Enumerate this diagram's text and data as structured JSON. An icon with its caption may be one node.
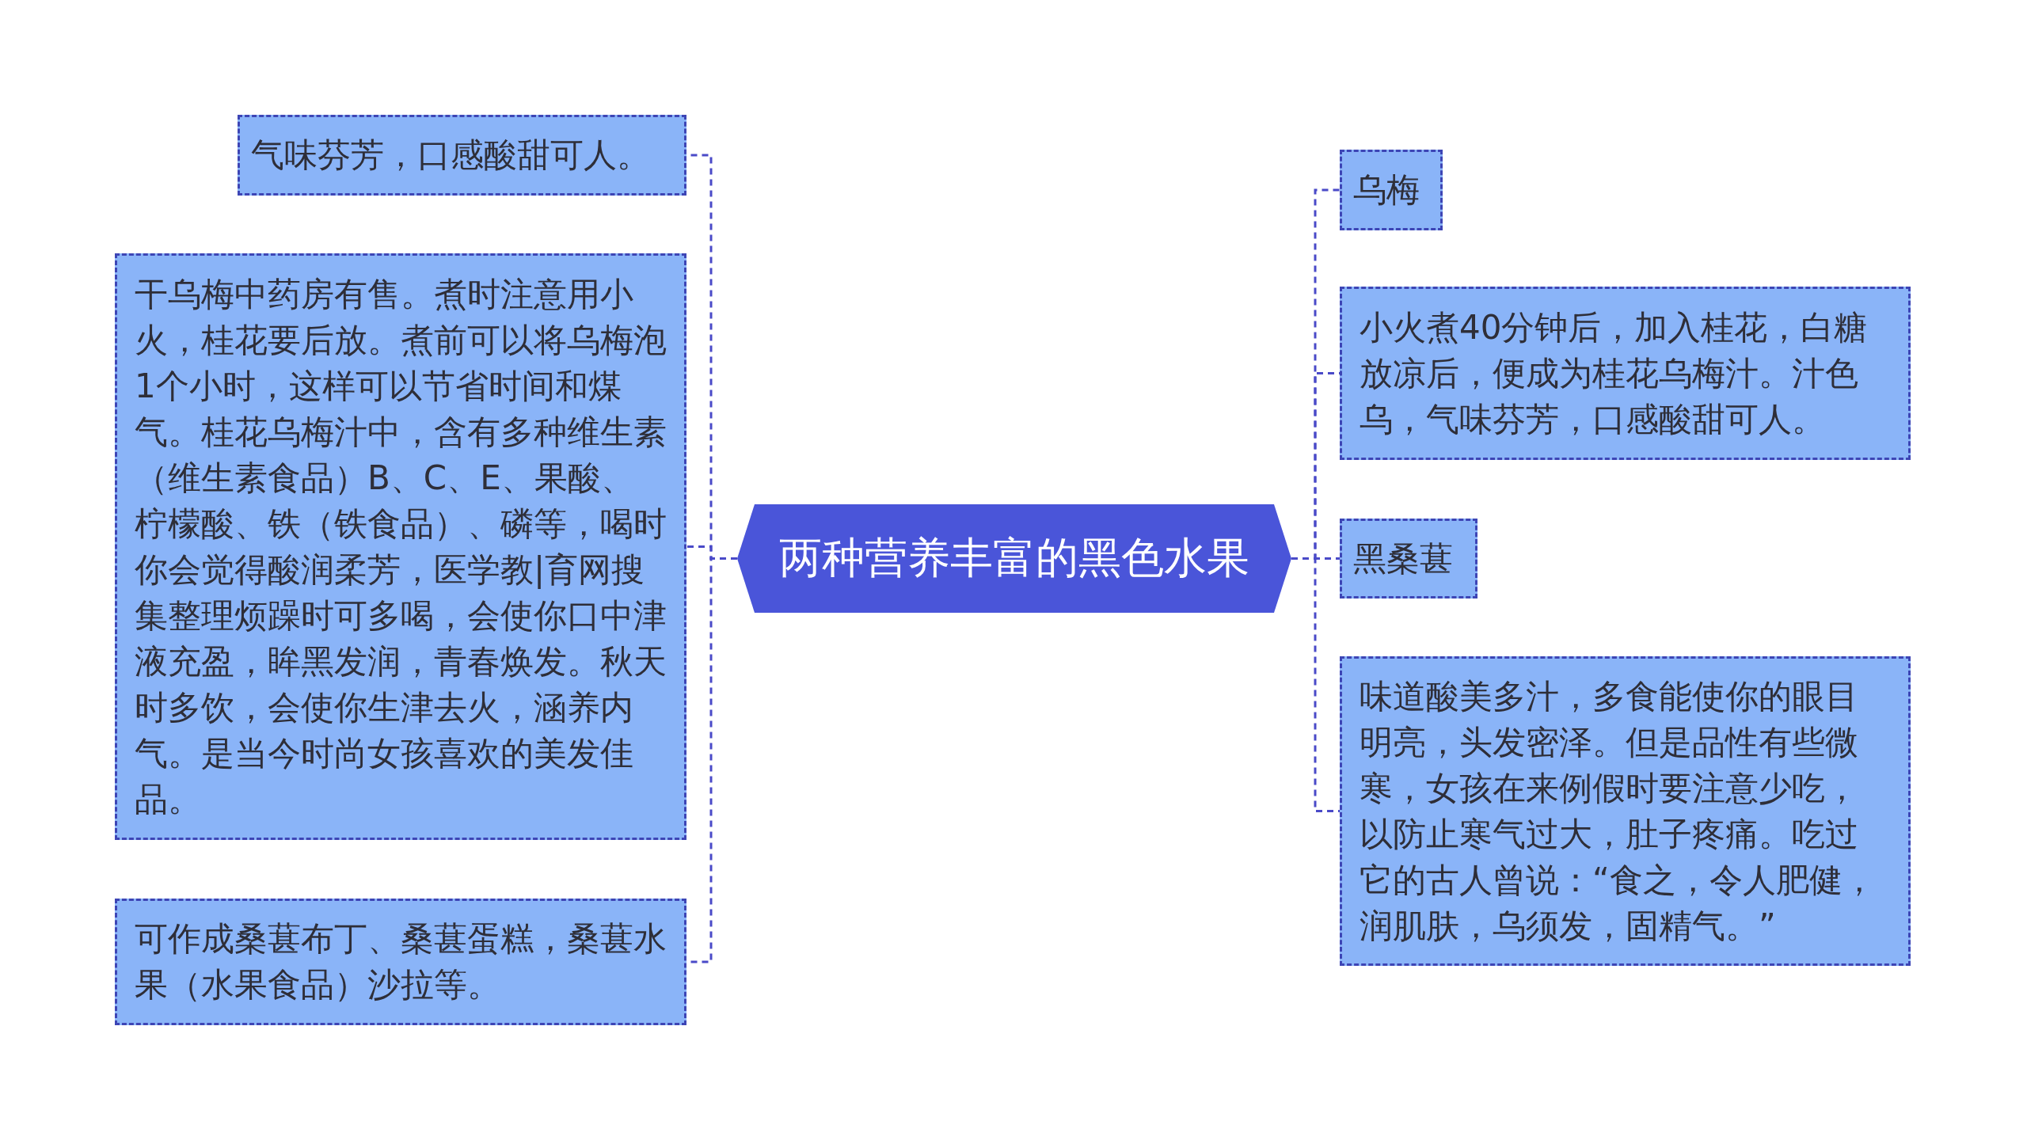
{
  "diagram": {
    "nodes": [
      {
        "text": [
          "两种营养丰富的黑色水果"
        ]
      },
      {
        "text": [
          "气味芬芳，口感酸甜可人。"
        ]
      },
      {
        "text": [
          "干乌梅中药房有售。煮时注意用小火，桂花要后放。煮前可以将乌梅泡1个小时，这样可以节省时间和煤气。桂花乌梅汁中，含有多种维生素（维生素食品）B、C、E、果酸、柠檬酸、铁（铁食品）、磷等，喝时你会觉得酸润柔芳，医学教|育网搜集整理烦躁时可多喝，会使你口中津液充盈，眸黑发润，青春焕发。秋天时多饮，会使你生津去火，涵养内气。是当今时尚女孩喜欢的美发佳品。"
        ]
      },
      {
        "text": [
          "可作成桑葚布丁、桑葚蛋糕，桑葚水果（水果食品）沙拉等。"
        ]
      },
      {
        "text": [
          "乌梅"
        ]
      },
      {
        "text": [
          "小火煮40分钟后，加入桂花，白糖放凉后，便成为桂花乌梅汁。汁色乌，气味芬芳，口感酸甜可人。"
        ]
      },
      {
        "text": [
          "黑桑葚"
        ]
      },
      {
        "text": [
          "味道酸美多汁，多食能使你的眼目明亮，头发密泽。但是品性有些微寒，女孩在来例假时要注意少吃，以防止寒气过大，肚子疼痛。吃过它的古人曾说：“食之，令人肥健，润肌肤，乌须发，固精气。”"
        ]
      }
    ],
    "edges": [
      {
        "from": 0,
        "to": 1,
        "arrow": "none",
        "style": "dashed"
      },
      {
        "from": 0,
        "to": 2,
        "arrow": "none",
        "style": "dashed"
      },
      {
        "from": 0,
        "to": 3,
        "arrow": "none",
        "style": "dashed"
      },
      {
        "from": 0,
        "to": 4,
        "arrow": "none",
        "style": "dashed"
      },
      {
        "from": 0,
        "to": 5,
        "arrow": "none",
        "style": "dashed"
      },
      {
        "from": 0,
        "to": 6,
        "arrow": "none",
        "style": "dashed"
      },
      {
        "from": 0,
        "to": 7,
        "arrow": "none",
        "style": "dashed"
      }
    ]
  }
}
